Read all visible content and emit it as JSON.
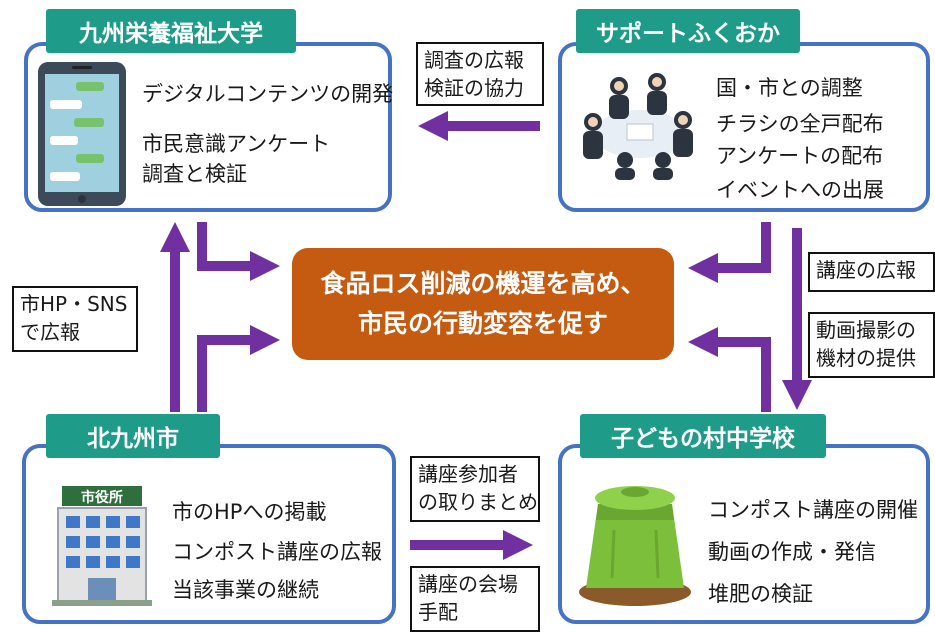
{
  "center": {
    "line1": "食品ロス削減の機運を高め、",
    "line2": "市民の行動変容を促す"
  },
  "nodes": {
    "kyushu": {
      "title": "九州栄養福祉大学",
      "items": [
        "デジタルコンテンツの開発",
        "市民意識アンケート",
        "調査と検証"
      ]
    },
    "support": {
      "title": "サポートふくおか",
      "items": [
        "国・市との調整",
        "チラシの全戸配布",
        "アンケートの配布",
        "イベントへの出展"
      ]
    },
    "city": {
      "title": "北九州市",
      "items": [
        "市のHPへの掲載",
        "コンポスト講座の広報",
        "当該事業の継続"
      ],
      "building_sign": "市役所"
    },
    "school": {
      "title": "子どもの村中学校",
      "items": [
        "コンポスト講座の開催",
        "動画の作成・発信",
        "堆肥の検証"
      ]
    }
  },
  "notes": {
    "survey_pr": [
      "調査の広報",
      "検証の協力"
    ],
    "city_pr": [
      "市HP・SNS",
      "で広報"
    ],
    "course_pr": [
      "講座の広報"
    ],
    "video_equip": [
      "動画撮影の",
      "機材の提供"
    ],
    "participants": [
      "講座参加者",
      "の取りまとめ"
    ],
    "venue": [
      "講座の会場",
      "手配"
    ]
  },
  "colors": {
    "box_border": "#4472c4",
    "title_bg": "#1f9b8a",
    "arrow": "#7030a0",
    "center_bg": "#c55a11"
  }
}
